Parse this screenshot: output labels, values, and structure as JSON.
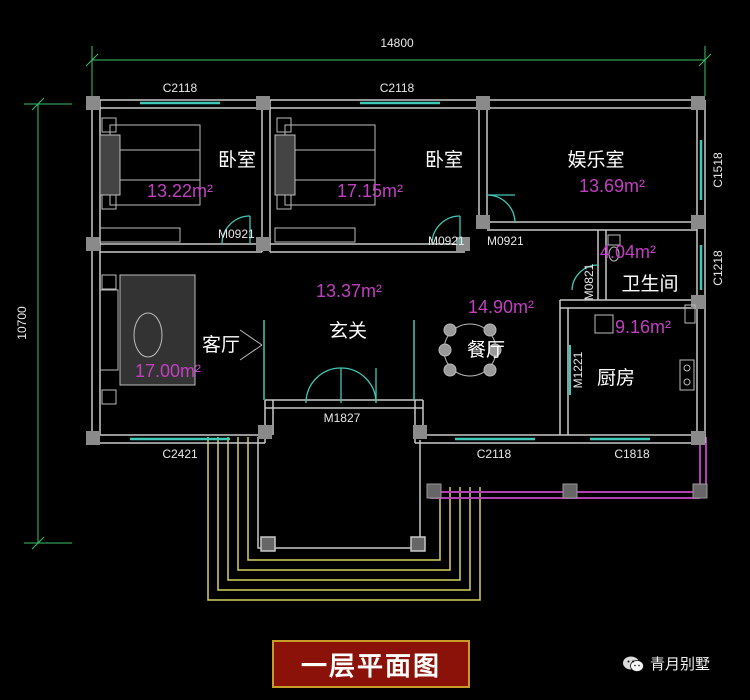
{
  "dimensions": {
    "width_total": "14800",
    "height_total": "10700"
  },
  "windows": {
    "bed1": "C2118",
    "bed2": "C2118",
    "ent": "C1518",
    "bath": "C1218",
    "living": "C2421",
    "dining": "C2118",
    "kitchen": "C1818"
  },
  "doors": {
    "bed1": "M0921",
    "bed2": "M0921",
    "ent": "M0921",
    "bath": "M0821",
    "kitchen": "M1221",
    "main": "M1827"
  },
  "rooms": {
    "bedroom1": {
      "name": "卧室",
      "area": "13.22m²"
    },
    "bedroom2": {
      "name": "卧室",
      "area": "17.15m²"
    },
    "entertainment": {
      "name": "娱乐室",
      "area": "13.69m²"
    },
    "bathroom": {
      "name": "卫生间",
      "area": "4.04m²"
    },
    "kitchen": {
      "name": "厨房",
      "area": "9.16m²"
    },
    "living": {
      "name": "客厅",
      "area": "17.00m²"
    },
    "foyer": {
      "name": "玄关",
      "area": "13.37m²"
    },
    "dining": {
      "name": "餐厅",
      "area": "14.90m²"
    }
  },
  "title": "一层平面图",
  "watermark": "青月别墅",
  "colors": {
    "wall": "#c8c8c8",
    "window": "#40c8b8",
    "area_text": "#c040c0",
    "dim_line": "#3ac26a",
    "stairs": "#d8d060",
    "terrace": "#b040b0",
    "title_bg": "#8a1208",
    "title_border": "#c89a2a"
  }
}
